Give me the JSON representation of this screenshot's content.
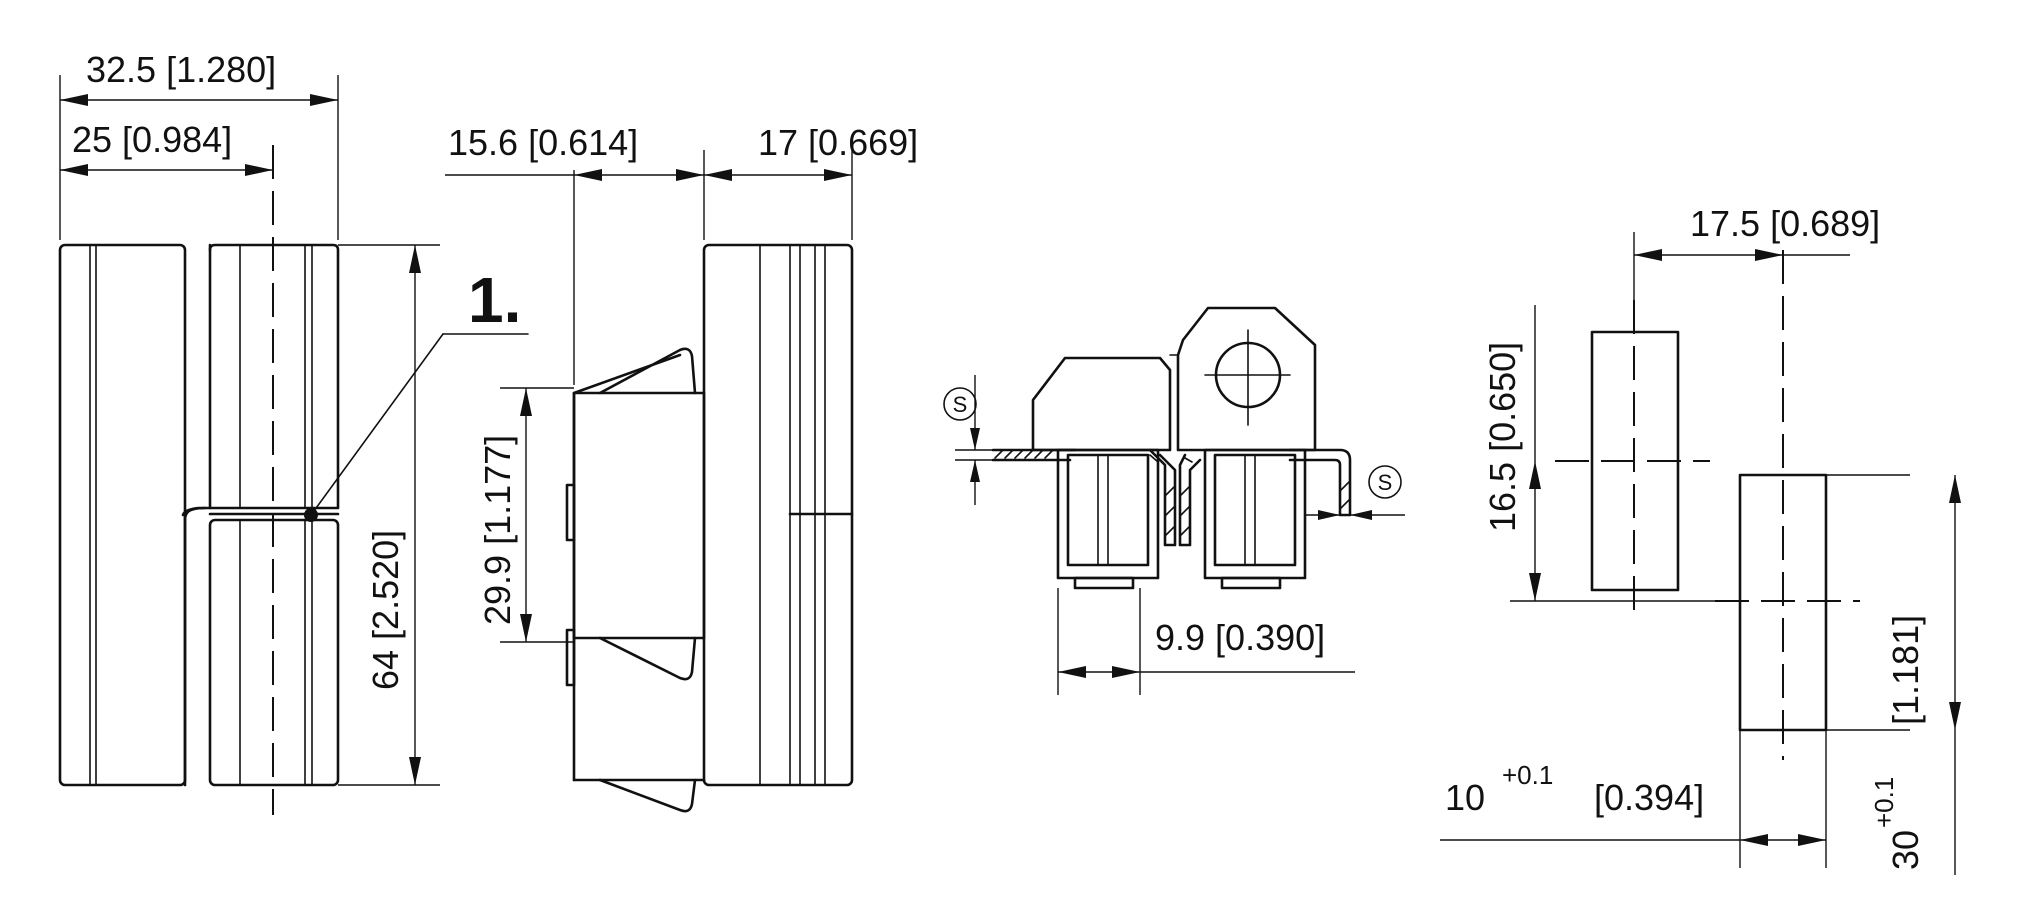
{
  "labels": {
    "total_width": "32.5 [1.280]",
    "pin_offset": "25 [0.984]",
    "side_left_width": "15.6 [0.614]",
    "side_right_width": "17 [0.669]",
    "overall_height": "64 [2.520]",
    "inner_height": "29.9 [1.177]",
    "item_marker": "1.",
    "panel_gap": "9.9 [0.390]",
    "material_symbol": "S",
    "cutout_spacing": "17.5 [0.689]",
    "cutout_vertical_offset": "16.5 [0.650]",
    "cutout_width_nominal": "10",
    "cutout_width_tolerance": "+0.1",
    "cutout_width_inch": "[0.394]",
    "cutout_height_nominal": "30",
    "cutout_height_tolerance": "+0.1",
    "cutout_height_inch": "[1.181]"
  }
}
